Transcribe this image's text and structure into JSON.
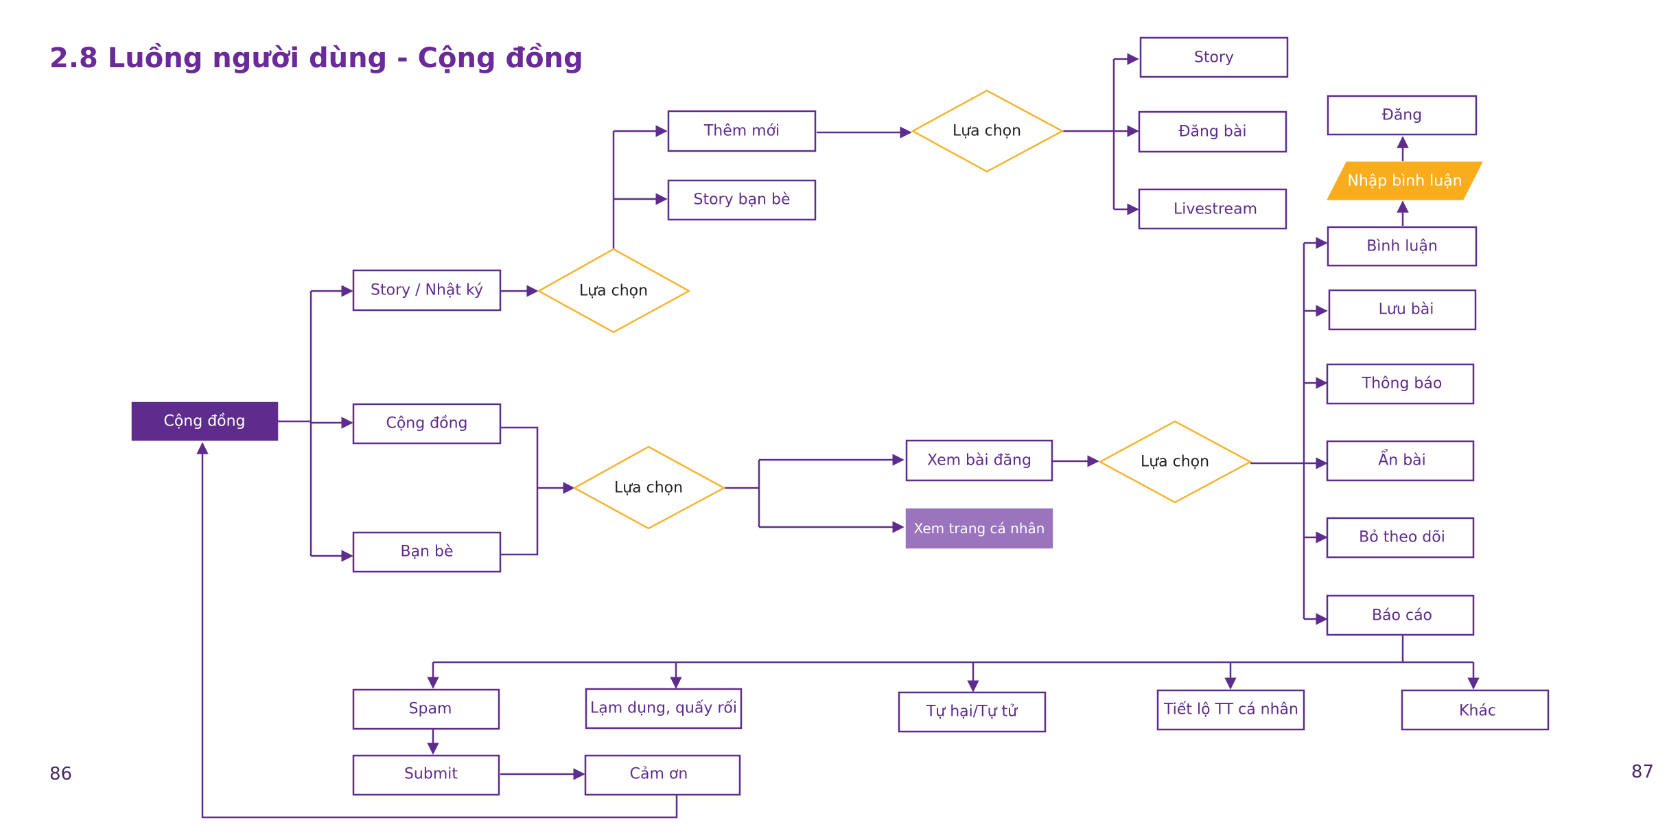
{
  "title": "2.8 Luồng người dùng - Cộng đồng",
  "page_numbers": {
    "left": "86",
    "right": "87"
  },
  "nodes": {
    "cong_dong_root": "Cộng đồng",
    "story_nhat_ky": "Story / Nhật ký",
    "cong_dong": "Cộng đồng",
    "ban_be": "Bạn bè",
    "lua_chon_story": "Lựa chọn",
    "them_moi": "Thêm mới",
    "story_ban_be": "Story bạn bè",
    "lua_chon_them_moi": "Lựa chọn",
    "story": "Story",
    "dang_bai": "Đăng bài",
    "livestream": "Livestream",
    "lua_chon_feed": "Lựa chọn",
    "xem_bai_dang": "Xem bài đăng",
    "xem_trang_ca_nhan": "Xem trang cá nhân",
    "lua_chon_post": "Lựa chọn",
    "dang": "Đăng",
    "nhap_binh_luan": "Nhập bình luận",
    "binh_luan": "Bình luận",
    "luu_bai": "Lưu bài",
    "thong_bao": "Thông báo",
    "an_bai": "Ẩn bài",
    "bo_theo_doi": "Bỏ theo dõi",
    "bao_cao": "Báo cáo",
    "spam": "Spam",
    "lam_dung": "Lạm dụng, quấy rối",
    "tu_hai": "Tự hại/Tự tử",
    "tiet_lo": "Tiết lộ TT cá nhân",
    "khac": "Khác",
    "submit": "Submit",
    "cam_on": "Cảm ơn"
  },
  "colors": {
    "primary": "#5e2c8c",
    "accent_diamond": "#f3b530",
    "accent_input": "#f9ad1d",
    "light_fill": "#9b74be"
  }
}
